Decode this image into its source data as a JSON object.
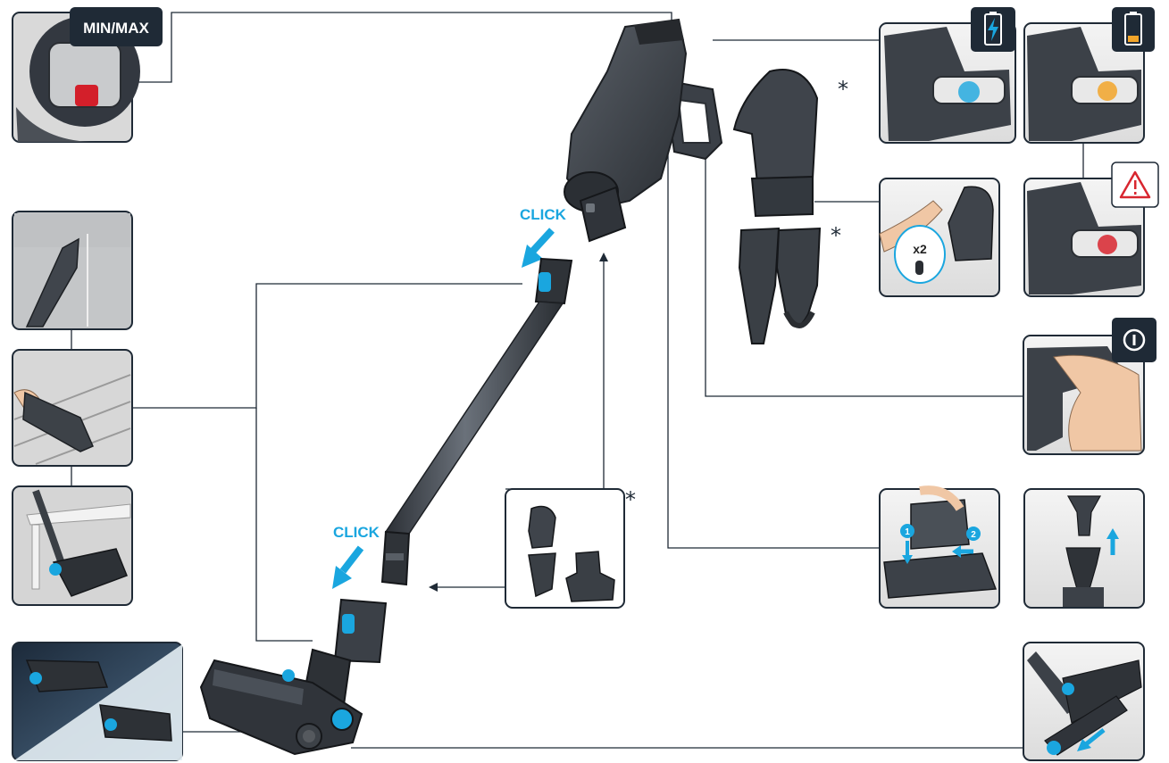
{
  "labels": {
    "min_max": "MIN/MAX",
    "click_top": "CLICK",
    "click_bottom": "CLICK",
    "optional_marker": "*",
    "repeat_count": "x2",
    "step_one": "1",
    "step_two": "2"
  },
  "icons": {
    "battery_charging": "battery-charging-icon",
    "battery_low": "battery-low-icon",
    "warning": "warning-triangle-icon",
    "power": "power-icon"
  },
  "colors": {
    "accent_blue": "#1aa6df",
    "device_dark": "#3b4047",
    "frame": "#1f2a36",
    "warning_red": "#d8262f",
    "battery_amber": "#f2a52a",
    "button_red": "#d31f2a"
  }
}
